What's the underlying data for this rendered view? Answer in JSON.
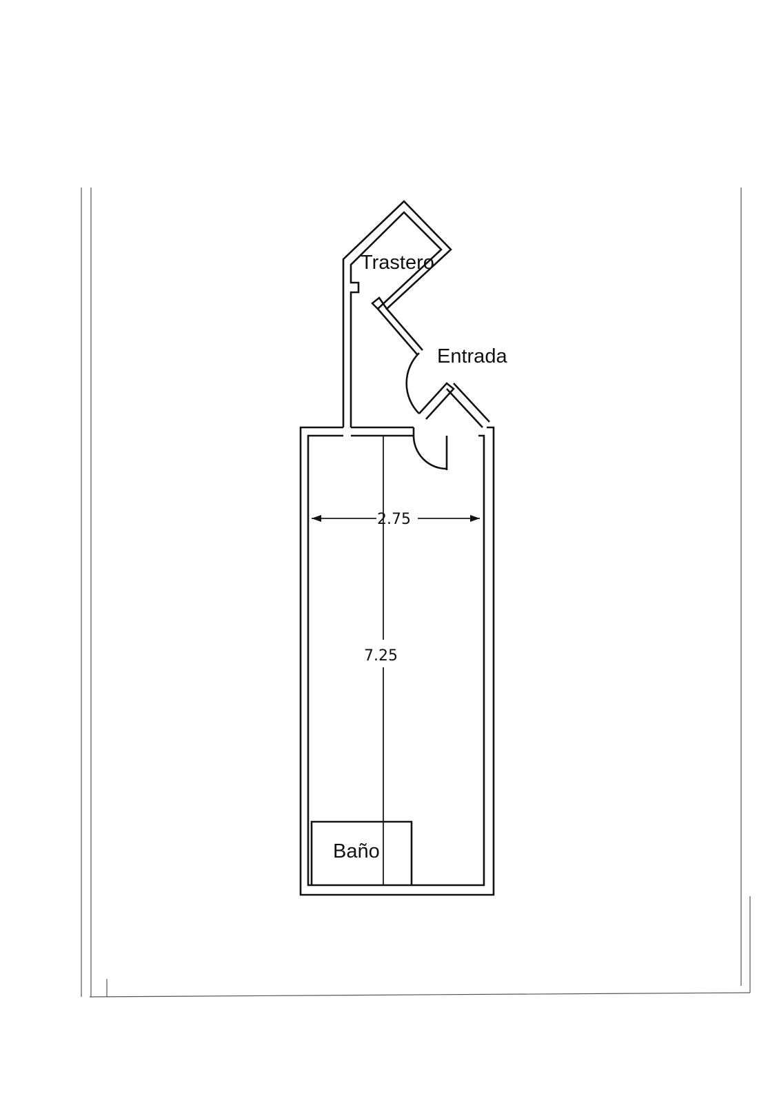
{
  "labels": {
    "storage": "Trastero",
    "entrance": "Entrada",
    "bathroom": "Baño"
  },
  "dimensions": {
    "width": "2.75",
    "length": "7.25"
  }
}
